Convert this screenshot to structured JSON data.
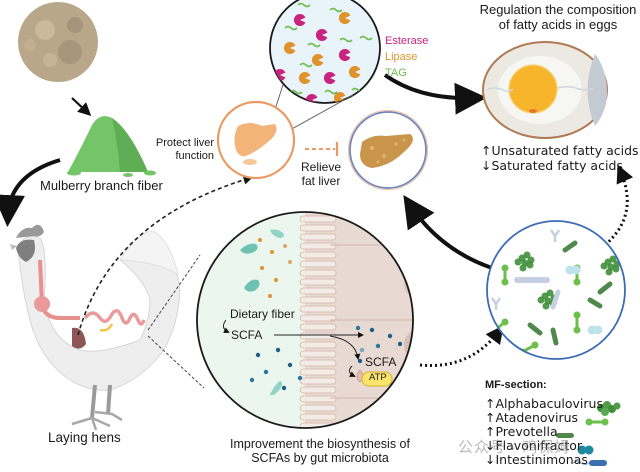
{
  "diagram": {
    "title_eggs": [
      "Regulation the composition",
      "of fatty acids in eggs"
    ],
    "fiber_label": "Mulberry branch fiber",
    "hens_label": "Laying hens",
    "protect_liver": [
      "Protect liver",
      "function"
    ],
    "relieve_fat_liver": [
      "Relieve",
      "fat liver"
    ],
    "enzyme_legend": [
      {
        "label": "Esterase",
        "color": "#c8237e"
      },
      {
        "label": "Lipase",
        "color": "#e0932a"
      },
      {
        "label": "TAG",
        "color": "#6cbf4a"
      }
    ],
    "fatty_acids": [
      {
        "arrow": "↑",
        "label": "Unsaturated fatty acids"
      },
      {
        "arrow": "↓",
        "label": "Saturated fatty acids"
      }
    ],
    "gut_panel": {
      "dietary_fiber": "Dietary fiber",
      "scfa": "SCFA",
      "scfa_cell": "SCFA",
      "atp": "ATP",
      "caption": [
        "Improvement the biosynthesis of",
        "SCFAs by gut microbiota"
      ]
    },
    "mf_section": {
      "title": "MF-section:",
      "taxa": [
        {
          "arrow": "↑",
          "name": "Alphabaculovirus",
          "icon": "cluster-cocci-icon",
          "color": "#3f8f3a"
        },
        {
          "arrow": "↑",
          "name": "Atadenovirus",
          "icon": "dumbbell-bacterium-icon",
          "color": "#6cbf4a"
        },
        {
          "arrow": "↑",
          "name": "Prevotella",
          "icon": "rod-bacterium-icon",
          "color": "#4f8a4c"
        },
        {
          "arrow": "↓",
          "name": "Flavonifractor",
          "icon": "diplococcus-icon",
          "color": "#1e8a9e"
        },
        {
          "arrow": "↓",
          "name": "Intestinimonas",
          "icon": "flagellated-rod-icon",
          "color": "#3a6fb0"
        }
      ]
    },
    "watermark": "公众号 · 鸡保姆",
    "colors": {
      "fiber_powder": "#b9a78a",
      "fiber_pile": "#74c567",
      "liver_healthy": "#f3b47a",
      "liver_fatty": "#c8954a",
      "liver_ring": "#e99a63",
      "fatty_ring": "#6f86bd",
      "microbe_ring": "#3b6cb5",
      "yolk": "#f7b52b",
      "egg_shell": "#b07a55"
    }
  }
}
